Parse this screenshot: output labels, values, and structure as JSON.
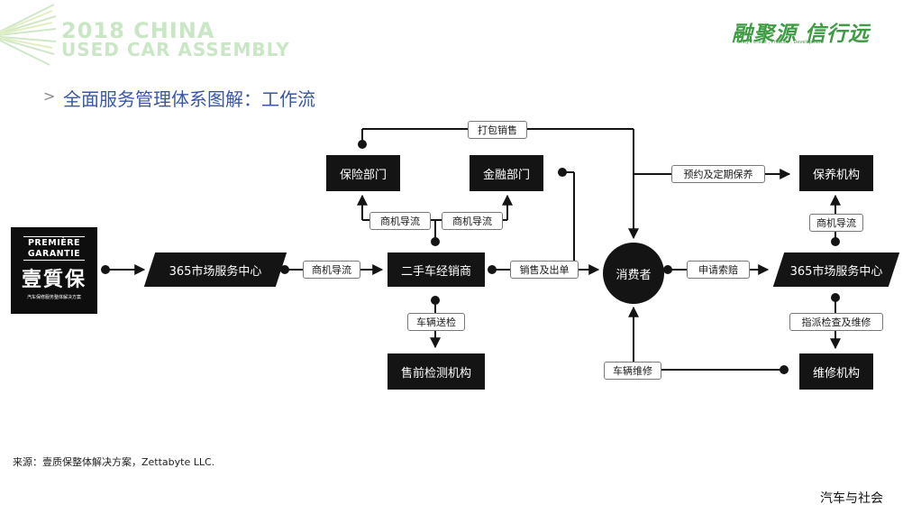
{
  "header": {
    "event_title_line1": "2018 CHINA",
    "event_title_line2": "USED CAR ASSEMBLY",
    "brand_slogan": "融聚源 信行远",
    "brand_tagline": "Unity , Credit , Practice , Development"
  },
  "heading": {
    "arrow": ">",
    "text": "全面服务管理体系图解：工作流"
  },
  "brand_logo": {
    "line1": "PREMIÈRE",
    "line2": "GARANTIE",
    "chinese_name": "壹質保",
    "subtitle": "汽车保修服务整体解决方案"
  },
  "nodes": {
    "service_center_left": "365市场服务中心",
    "insurance_dept": "保险部门",
    "finance_dept": "金融部门",
    "dealer": "二手车经销商",
    "inspection_agency": "售前检测机构",
    "consumer": "消费者",
    "maintenance_agency": "保养机构",
    "service_center_right": "365市场服务中心",
    "repair_agency": "维修机构"
  },
  "edge_labels": {
    "bundle_sales": "打包销售",
    "referral_insurance": "商机导流",
    "referral_finance": "商机导流",
    "referral_dealer": "商机导流",
    "sales_delivery": "销售及出单",
    "vehicle_inspection": "车辆送检",
    "scheduled_maintenance": "预约及定期保养",
    "claim_request": "申请索赔",
    "referral_maintenance": "商机导流",
    "assign_inspection_repair": "指派检查及维修",
    "vehicle_repair": "车辆维修"
  },
  "footer": {
    "source": "来源：壹质保整体解决方案，Zettabyte LLC.",
    "watermark": "汽车与社会"
  },
  "colors": {
    "node_fill": "#141414",
    "heading": "#3a57a7",
    "brand_green": "#3f9b44",
    "event_title": "#c9e6c5"
  }
}
